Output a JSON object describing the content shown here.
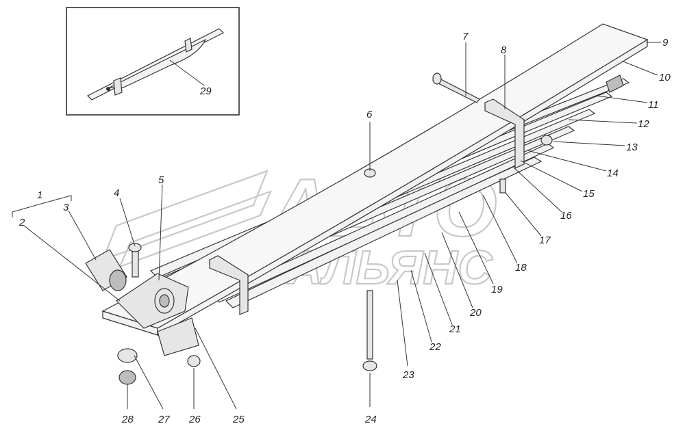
{
  "watermark": {
    "line1": "АВТО",
    "line2": "АЛЬЯНС"
  },
  "callouts": [
    "1",
    "2",
    "3",
    "4",
    "5",
    "6",
    "7",
    "8",
    "9",
    "10",
    "11",
    "12",
    "13",
    "14",
    "15",
    "16",
    "17",
    "18",
    "19",
    "20",
    "21",
    "22",
    "23",
    "24",
    "25",
    "26",
    "27",
    "28",
    "29"
  ],
  "colors": {
    "line": "#333333",
    "watermark": "#c8c8c8",
    "background": "#ffffff"
  }
}
